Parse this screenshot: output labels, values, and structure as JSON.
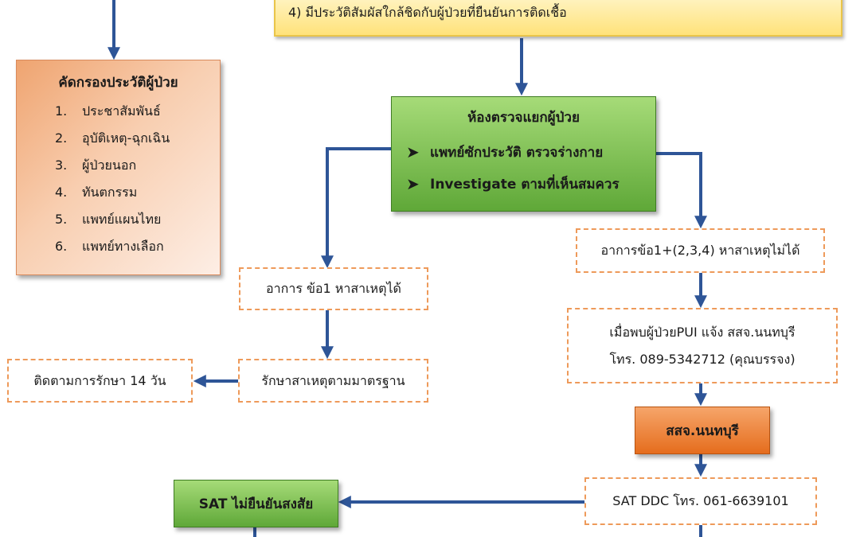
{
  "top_note": "4) มีประวัติสัมผัสใกล้ชิดกับผู้ป่วยที่ยืนยันการติดเชื้อ",
  "screening": {
    "title": "คัดกรองประวัติผู้ป่วย",
    "items": [
      {
        "num": "1.",
        "text": "ประชาสัมพันธ์"
      },
      {
        "num": "2.",
        "text": "อุบัติเหตุ-ฉุกเฉิน"
      },
      {
        "num": "3.",
        "text": "ผู้ป่วยนอก"
      },
      {
        "num": "4.",
        "text": "ทันตกรรม"
      },
      {
        "num": "5.",
        "text": "แพทย์แผนไทย"
      },
      {
        "num": "6.",
        "text": "แพทย์ทางเลือก"
      }
    ]
  },
  "exam_room": {
    "title": "ห้องตรวจแยกผู้ป่วย",
    "bullet1": "แพทย์ซักประวัติ ตรวจร่างกาย",
    "bullet2": "Investigate ตามที่เห็นสมควร",
    "bullet_icon": "arrowhead-bullet-icon"
  },
  "symptom_cause_found": "อาการ ข้อ1 หาสาเหตุได้",
  "treat_standard": "รักษาสาเหตุตามมาตรฐาน",
  "follow_up": "ติดตามการรักษา 14 วัน",
  "symptom_cause_not_found": "อาการข้อ1+(2,3,4) หาสาเหตุไม่ได้",
  "pui_report": {
    "line1": "เมื่อพบผู้ป่วยPUI แจ้ง สสจ.นนทบุรี",
    "line2": "โทร. 089-5342712 (คุณบรรจง)"
  },
  "provincial_office": "สสจ.นนทบุรี",
  "sat_ddc": "SAT DDC โทร. 061-6639101",
  "sat_not_confirm": "SAT ไม่ยืนยันสงสัย",
  "colors": {
    "arrow": "#2e5597",
    "dashed_border": "#ee9a5a",
    "green": "#6ab343",
    "orange": "#e8742a",
    "yellow": "#ffe27a",
    "salmon": "#f3a97a"
  }
}
